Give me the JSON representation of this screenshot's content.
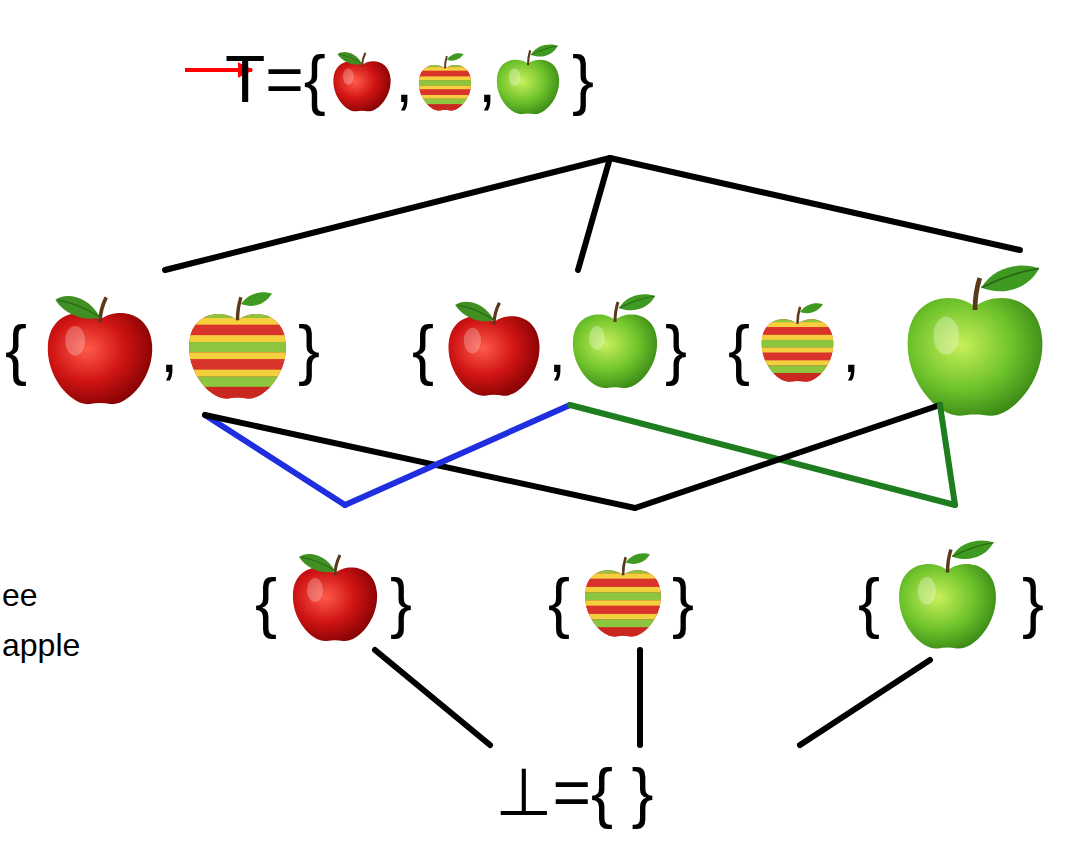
{
  "diagram": {
    "nodes": [
      {
        "text": [
          "T={",
          ",",
          ",",
          "}"
        ]
      },
      {
        "text": [
          "{",
          ",",
          "}"
        ]
      },
      {
        "text": [
          "{",
          ",",
          "}"
        ]
      },
      {
        "text": [
          "{",
          ","
        ]
      },
      {
        "text": [
          "{",
          "}"
        ]
      },
      {
        "text": [
          "{",
          "}"
        ]
      },
      {
        "text": [
          "{",
          "}"
        ]
      },
      {
        "text": [
          "⊥={ }"
        ]
      }
    ],
    "edges": [
      {
        "from": 0,
        "to": 1,
        "arrow": "none"
      },
      {
        "from": 0,
        "to": 2,
        "arrow": "none"
      },
      {
        "from": 0,
        "to": 3,
        "arrow": "none"
      },
      {
        "from": 1,
        "to": 4,
        "arrow": "none"
      },
      {
        "from": 1,
        "to": 5,
        "arrow": "none"
      },
      {
        "from": 2,
        "to": 4,
        "arrow": "none"
      },
      {
        "from": 2,
        "to": 6,
        "arrow": "none"
      },
      {
        "from": 3,
        "to": 5,
        "arrow": "none"
      },
      {
        "from": 3,
        "to": 6,
        "arrow": "none"
      },
      {
        "from": 4,
        "to": 7,
        "arrow": "none"
      },
      {
        "from": 5,
        "to": 7,
        "arrow": "none"
      },
      {
        "from": 6,
        "to": 7,
        "arrow": "none"
      }
    ],
    "labels": [
      "ee",
      "apple"
    ]
  }
}
